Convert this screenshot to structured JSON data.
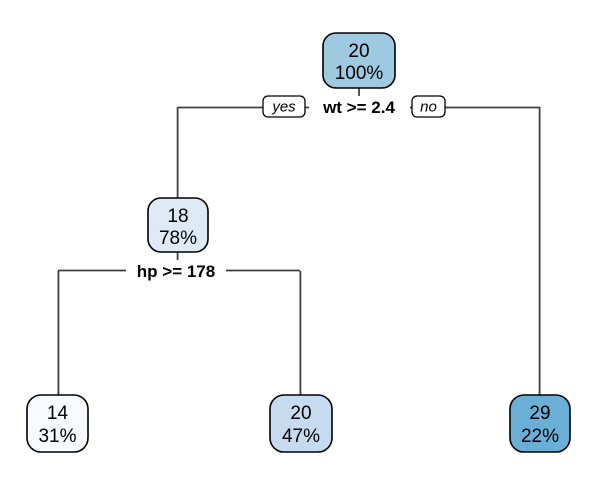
{
  "diagram": {
    "type": "decision-tree",
    "background_color": "#ffffff",
    "branch_color": "#404040",
    "node_border_color": "#000000",
    "splits": {
      "root_split": {
        "condition": "wt >= 2.4",
        "yes_label": "yes",
        "no_label": "no"
      },
      "left_split": {
        "condition": "hp >= 178"
      }
    },
    "nodes": {
      "root": {
        "count": "20",
        "percent": "100%",
        "fill": "#9ECAE1"
      },
      "internal_left": {
        "count": "18",
        "percent": "78%",
        "fill": "#DEEBF7"
      },
      "leaf_left": {
        "count": "14",
        "percent": "31%",
        "fill": "#F7FBFF"
      },
      "leaf_middle": {
        "count": "20",
        "percent": "47%",
        "fill": "#C6DBEF"
      },
      "leaf_right": {
        "count": "29",
        "percent": "22%",
        "fill": "#6BAED6"
      }
    }
  }
}
